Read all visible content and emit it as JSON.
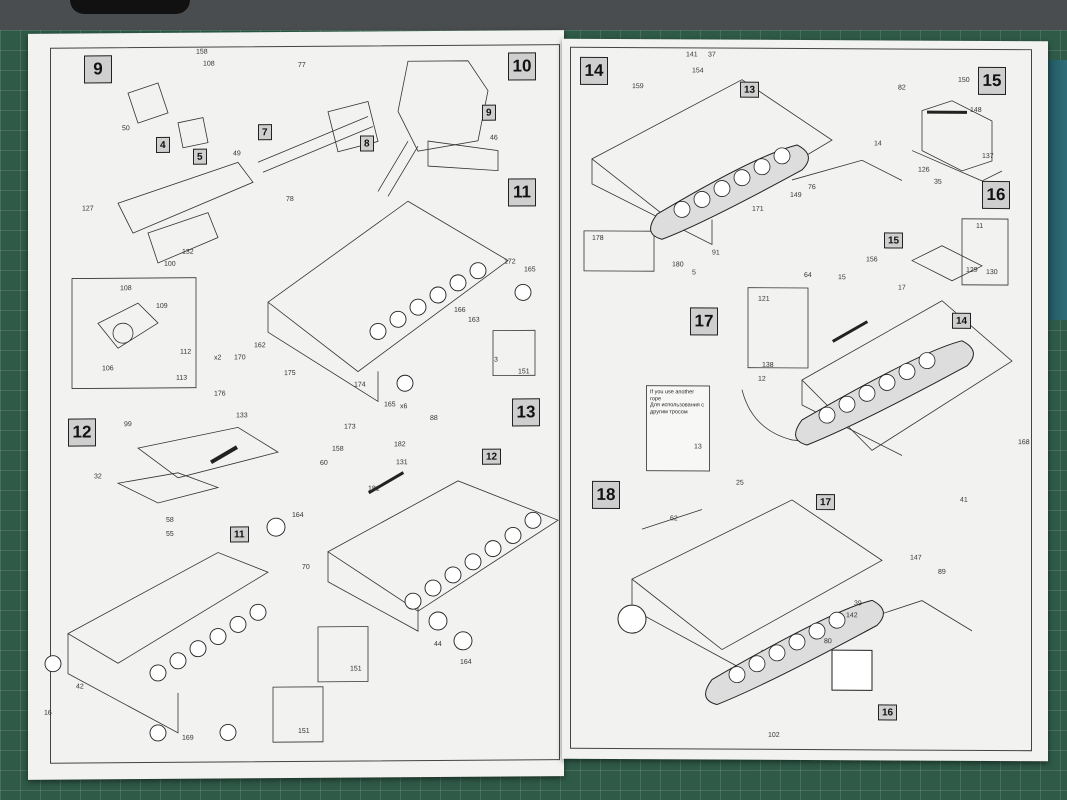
{
  "scene": {
    "description_tags": [
      "model-kit-instructions",
      "cutting-mat"
    ],
    "colors": {
      "mat": "#2f5a48",
      "paper": "#f2f2f0",
      "step_box": "#cfcfcf",
      "ink": "#222222"
    }
  },
  "left_page": {
    "steps": [
      "9",
      "10",
      "11",
      "12",
      "13"
    ],
    "refs": {
      "r4": "4",
      "r5": "5",
      "r7": "7",
      "r8": "8",
      "r9": "9",
      "r11": "11",
      "r12": "12"
    },
    "callouts": {
      "c158": "158",
      "c108": "108",
      "c50": "50",
      "c49": "49",
      "c77": "77",
      "c78": "78",
      "c46": "46",
      "c127": "127",
      "c132": "132",
      "c100": "100",
      "c109": "109",
      "c106": "106",
      "c112": "112",
      "c113": "113",
      "c172": "172",
      "c165": "165",
      "c166": "166",
      "c163": "163",
      "c162": "162",
      "c170": "170",
      "c175": "175",
      "c176": "176",
      "c174": "174",
      "c151": "151",
      "c3": "3",
      "cx2": "x2",
      "cx6": "x6",
      "c133": "133",
      "c99": "99",
      "c32": "32",
      "c58": "58",
      "c55": "55",
      "c42": "42",
      "c16": "16",
      "c169": "169",
      "c88": "88",
      "c173": "173",
      "c182": "182",
      "c131": "131",
      "c158b": "158",
      "c60": "60",
      "c181": "181",
      "c164": "164",
      "c70": "70",
      "c44": "44"
    }
  },
  "right_page": {
    "steps": [
      "14",
      "15",
      "16",
      "17",
      "18"
    ],
    "refs": {
      "r13": "13",
      "r15": "15",
      "r14": "14",
      "r17": "17",
      "r16": "16"
    },
    "callouts": {
      "c141": "141",
      "c37": "37",
      "c154": "154",
      "c159": "159",
      "c14": "14",
      "c149": "149",
      "c76": "76",
      "c171": "171",
      "c178": "178",
      "c180": "180",
      "c91": "91",
      "c5": "5",
      "c64": "64",
      "c15": "15",
      "c82": "82",
      "c150": "150",
      "c148": "148",
      "c137": "137",
      "c126": "126",
      "c35": "35",
      "c11": "11",
      "c129": "129",
      "c130": "130",
      "c156": "156",
      "c17": "17",
      "c121": "121",
      "c138": "138",
      "c12": "12",
      "c13": "13",
      "c168": "168",
      "c41": "41",
      "c62": "62",
      "c25": "25",
      "c147": "147",
      "c89": "89",
      "c39": "39",
      "c142": "142",
      "c80": "80",
      "c102": "102"
    },
    "note": {
      "line1": "If you use another rope",
      "line2": "Для использования с",
      "line3": "другим тросом"
    }
  }
}
